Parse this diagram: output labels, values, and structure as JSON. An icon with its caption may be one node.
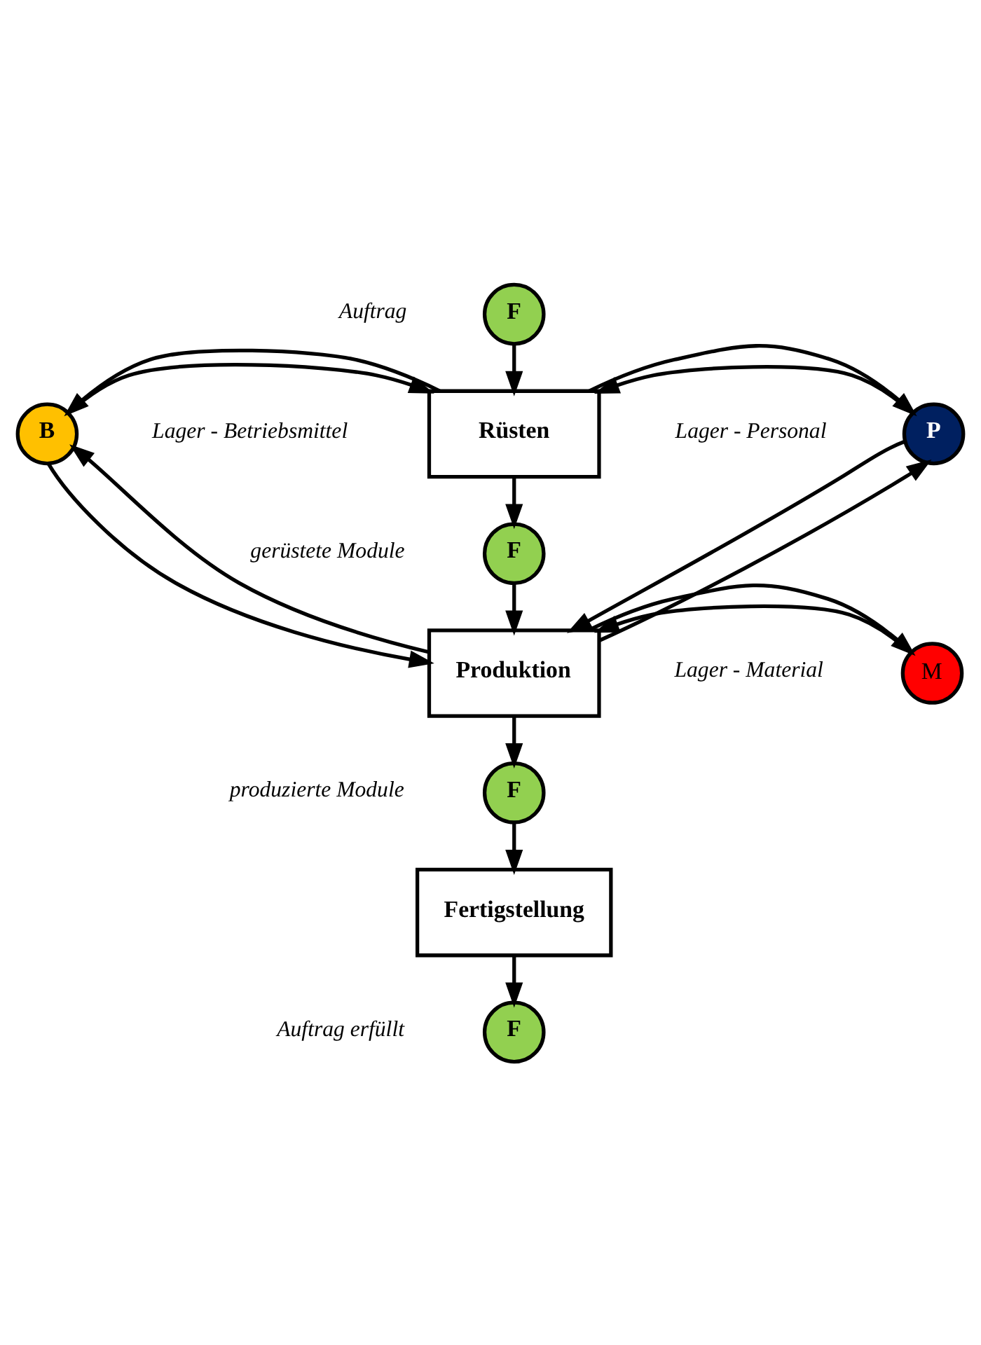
{
  "diagram": {
    "nodes": [
      {
        "text": [
          "F"
        ],
        "beside": [
          "Auftrag"
        ]
      },
      {
        "text": [
          "B"
        ],
        "beside": [
          "Lager - Betriebsmittel"
        ]
      },
      {
        "text": [
          "Rüsten"
        ]
      },
      {
        "text": [
          "P"
        ],
        "beside": [
          "Lager - Personal"
        ]
      },
      {
        "text": [
          "F"
        ],
        "beside": [
          "gerüstete Module"
        ]
      },
      {
        "text": [
          "Produktion"
        ]
      },
      {
        "text": [
          "M"
        ],
        "beside": [
          "Lager - Material"
        ]
      },
      {
        "text": [
          "F"
        ],
        "beside": [
          "produzierte Module"
        ]
      },
      {
        "text": [
          "Fertigstellung"
        ]
      },
      {
        "text": [
          "F"
        ],
        "beside": [
          "Auftrag erfüllt"
        ]
      }
    ],
    "edges": [
      {
        "from": 0,
        "to": 2,
        "arrow": "to"
      },
      {
        "from": 1,
        "to": 2,
        "arrow": "to"
      },
      {
        "from": 3,
        "to": 2,
        "arrow": "to"
      },
      {
        "from": 2,
        "to": 1,
        "arrow": "to"
      },
      {
        "from": 2,
        "to": 3,
        "arrow": "to"
      },
      {
        "from": 2,
        "to": 4,
        "arrow": "to"
      },
      {
        "from": 1,
        "to": 5,
        "arrow": "to"
      },
      {
        "from": 4,
        "to": 5,
        "arrow": "to"
      },
      {
        "from": 3,
        "to": 5,
        "arrow": "to"
      },
      {
        "from": 5,
        "to": 1,
        "arrow": "to"
      },
      {
        "from": 6,
        "to": 5,
        "arrow": "to"
      },
      {
        "from": 5,
        "to": 6,
        "arrow": "to"
      },
      {
        "from": 5,
        "to": 3,
        "arrow": "to"
      },
      {
        "from": 5,
        "to": 7,
        "arrow": "to"
      },
      {
        "from": 7,
        "to": 8,
        "arrow": "to"
      },
      {
        "from": 8,
        "to": 9,
        "arrow": "to"
      }
    ]
  }
}
